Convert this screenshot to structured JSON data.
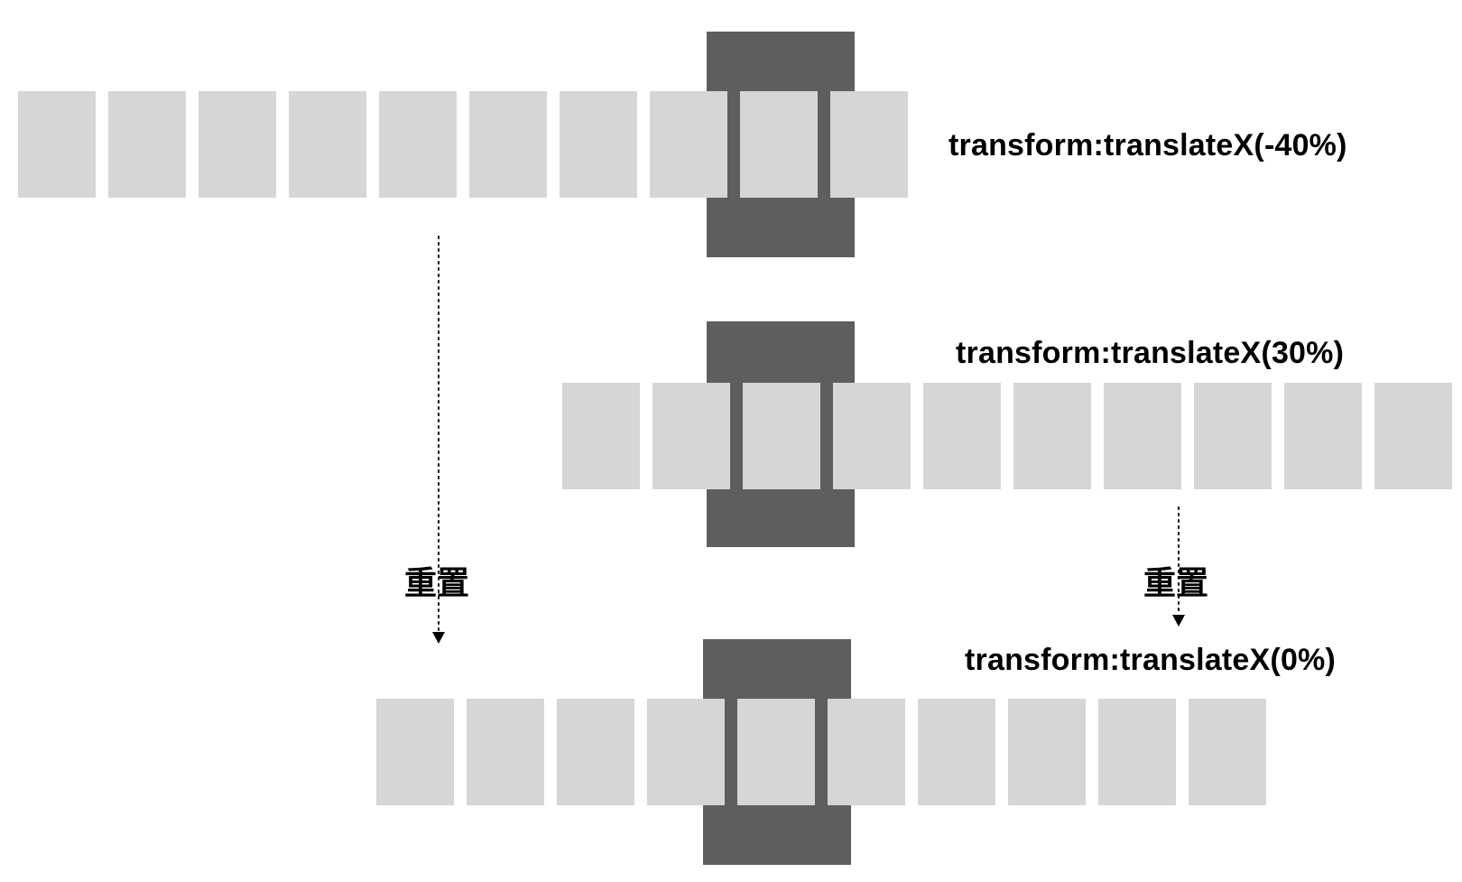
{
  "rows": [
    {
      "transform_label": "transform:translateX(-40%)",
      "card_count": 10
    },
    {
      "transform_label": "transform:translateX(30%)",
      "card_count": 10
    },
    {
      "transform_label": "transform:translateX(0%)",
      "card_count": 10
    }
  ],
  "reset_labels": [
    "重置",
    "重置"
  ],
  "colors": {
    "viewport": "#5e5e5e",
    "card": "#d6d6d6",
    "text": "#000000",
    "arrow": "#000000"
  },
  "icons": {
    "arrow": "dotted-down-arrow-icon"
  }
}
